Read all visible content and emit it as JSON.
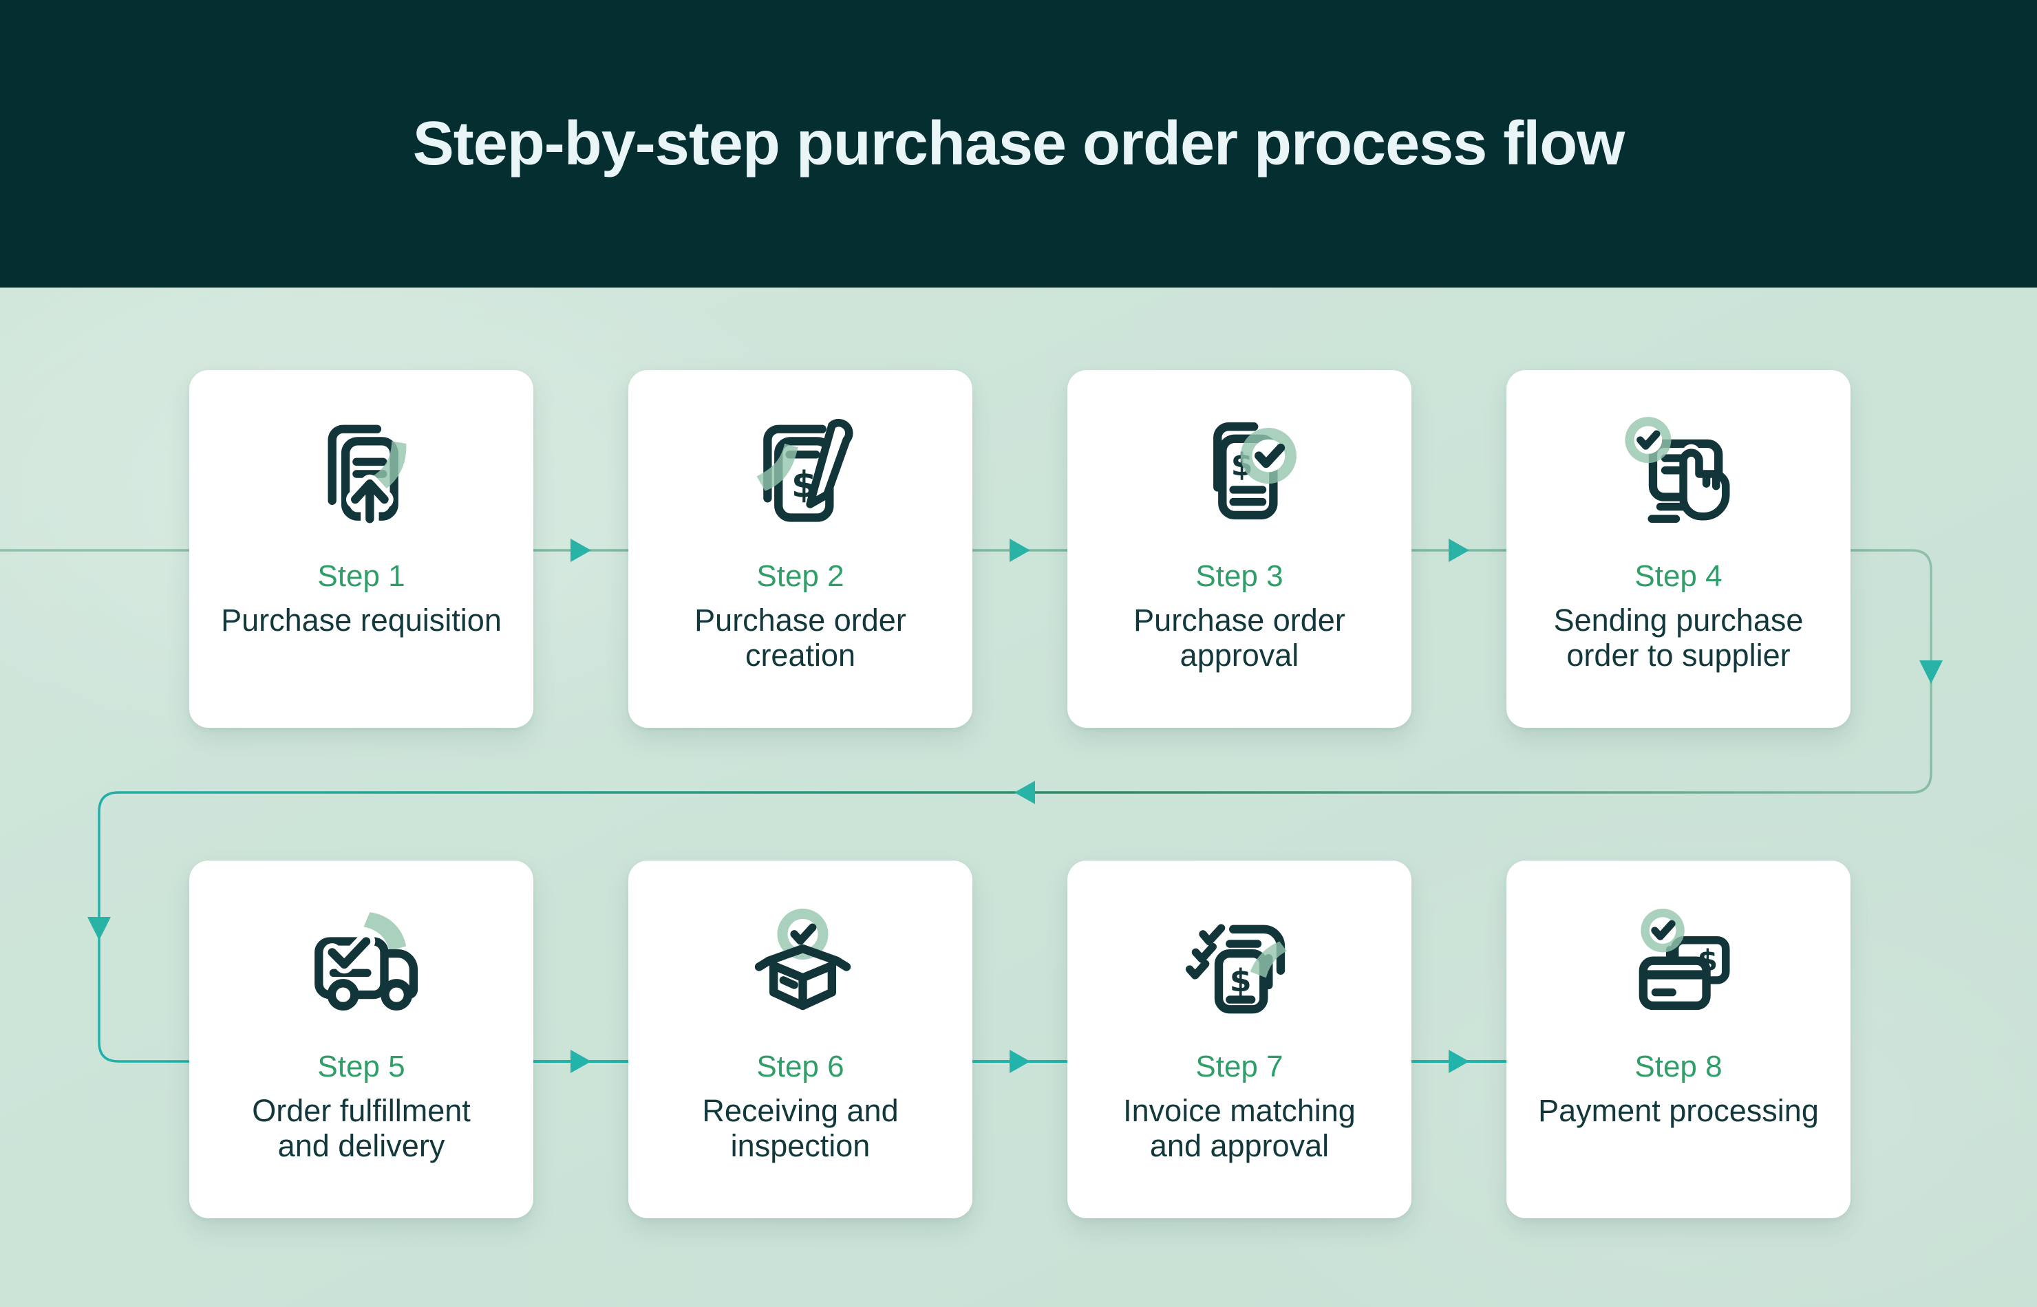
{
  "header": {
    "title": "Step-by-step purchase order process flow"
  },
  "steps": [
    {
      "step_label": "Step 1",
      "title": "Purchase requisition",
      "icon": "purchase-requisition"
    },
    {
      "step_label": "Step 2",
      "title": "Purchase order\ncreation",
      "icon": "purchase-order-creation"
    },
    {
      "step_label": "Step 3",
      "title": "Purchase order\napproval",
      "icon": "purchase-order-approval"
    },
    {
      "step_label": "Step 4",
      "title": "Sending purchase\norder to supplier",
      "icon": "send-purchase-order"
    },
    {
      "step_label": "Step 5",
      "title": "Order fulfillment\nand delivery",
      "icon": "delivery-truck"
    },
    {
      "step_label": "Step 6",
      "title": "Receiving and\ninspection",
      "icon": "receiving-box"
    },
    {
      "step_label": "Step 7",
      "title": "Invoice matching\nand approval",
      "icon": "invoice-matching"
    },
    {
      "step_label": "Step 8",
      "title": "Payment processing",
      "icon": "payment-card"
    }
  ],
  "colors": {
    "header_bg": "#052e31",
    "page_bg": "#cde4d9",
    "card_bg": "#ffffff",
    "title_text": "#e9f5f7",
    "step_label_green": "#2f9e68",
    "card_title_text": "#12383c",
    "icon_stroke": "#113539",
    "icon_accent_green": "#93c6ae",
    "connector_sage": "#8ec1a8",
    "connector_green": "#2e8b68",
    "connector_teal": "#1fb2ac",
    "arrowhead_teal": "#29b3a6"
  }
}
